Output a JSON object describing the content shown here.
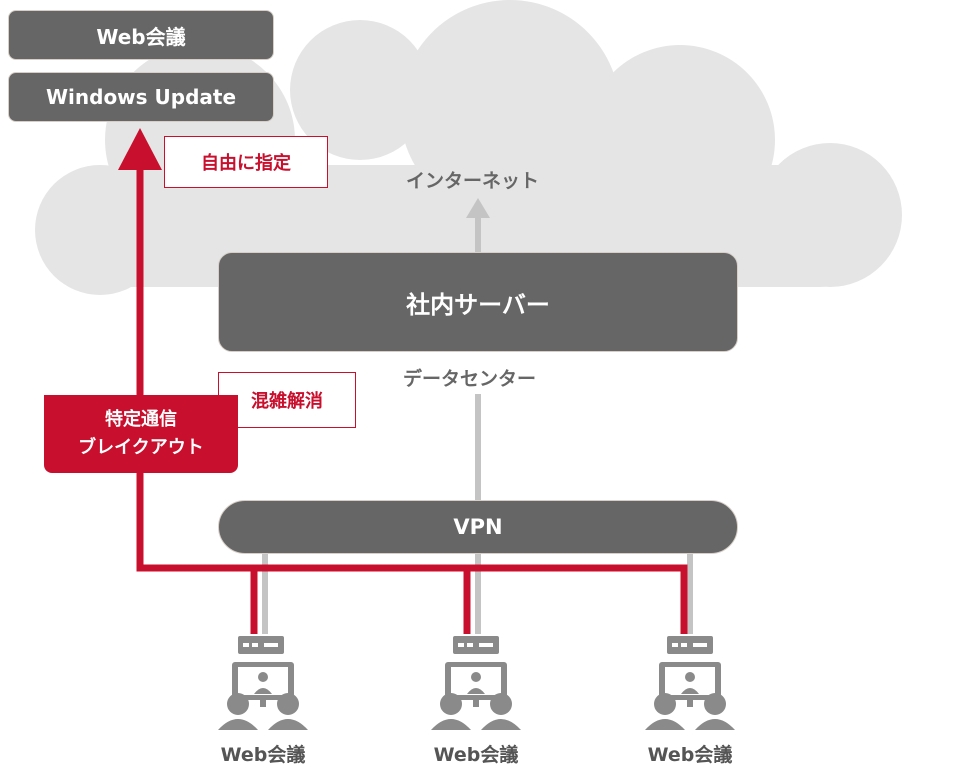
{
  "destinations": {
    "web_meeting": "Web会議",
    "windows_update": "Windows Update"
  },
  "cloud": {
    "internet_label": "インターネット"
  },
  "server": {
    "label": "社内サーバー"
  },
  "datacenter": {
    "label": "データセンター"
  },
  "vpn": {
    "label": "VPN"
  },
  "tags": {
    "free_designation": "自由に指定",
    "congestion_relief": "混雑解消"
  },
  "breakout": {
    "line1": "特定通信",
    "line2": "ブレイクアウト"
  },
  "clients": [
    "Web会議",
    "Web会議",
    "Web会議"
  ],
  "colors": {
    "accent": "#c8102e",
    "dark": "#666666",
    "cloud": "#e5e5e5",
    "gray_line": "#c4c4c4"
  },
  "icons": {
    "router": "router-icon",
    "meeting": "video-meeting-icon"
  }
}
